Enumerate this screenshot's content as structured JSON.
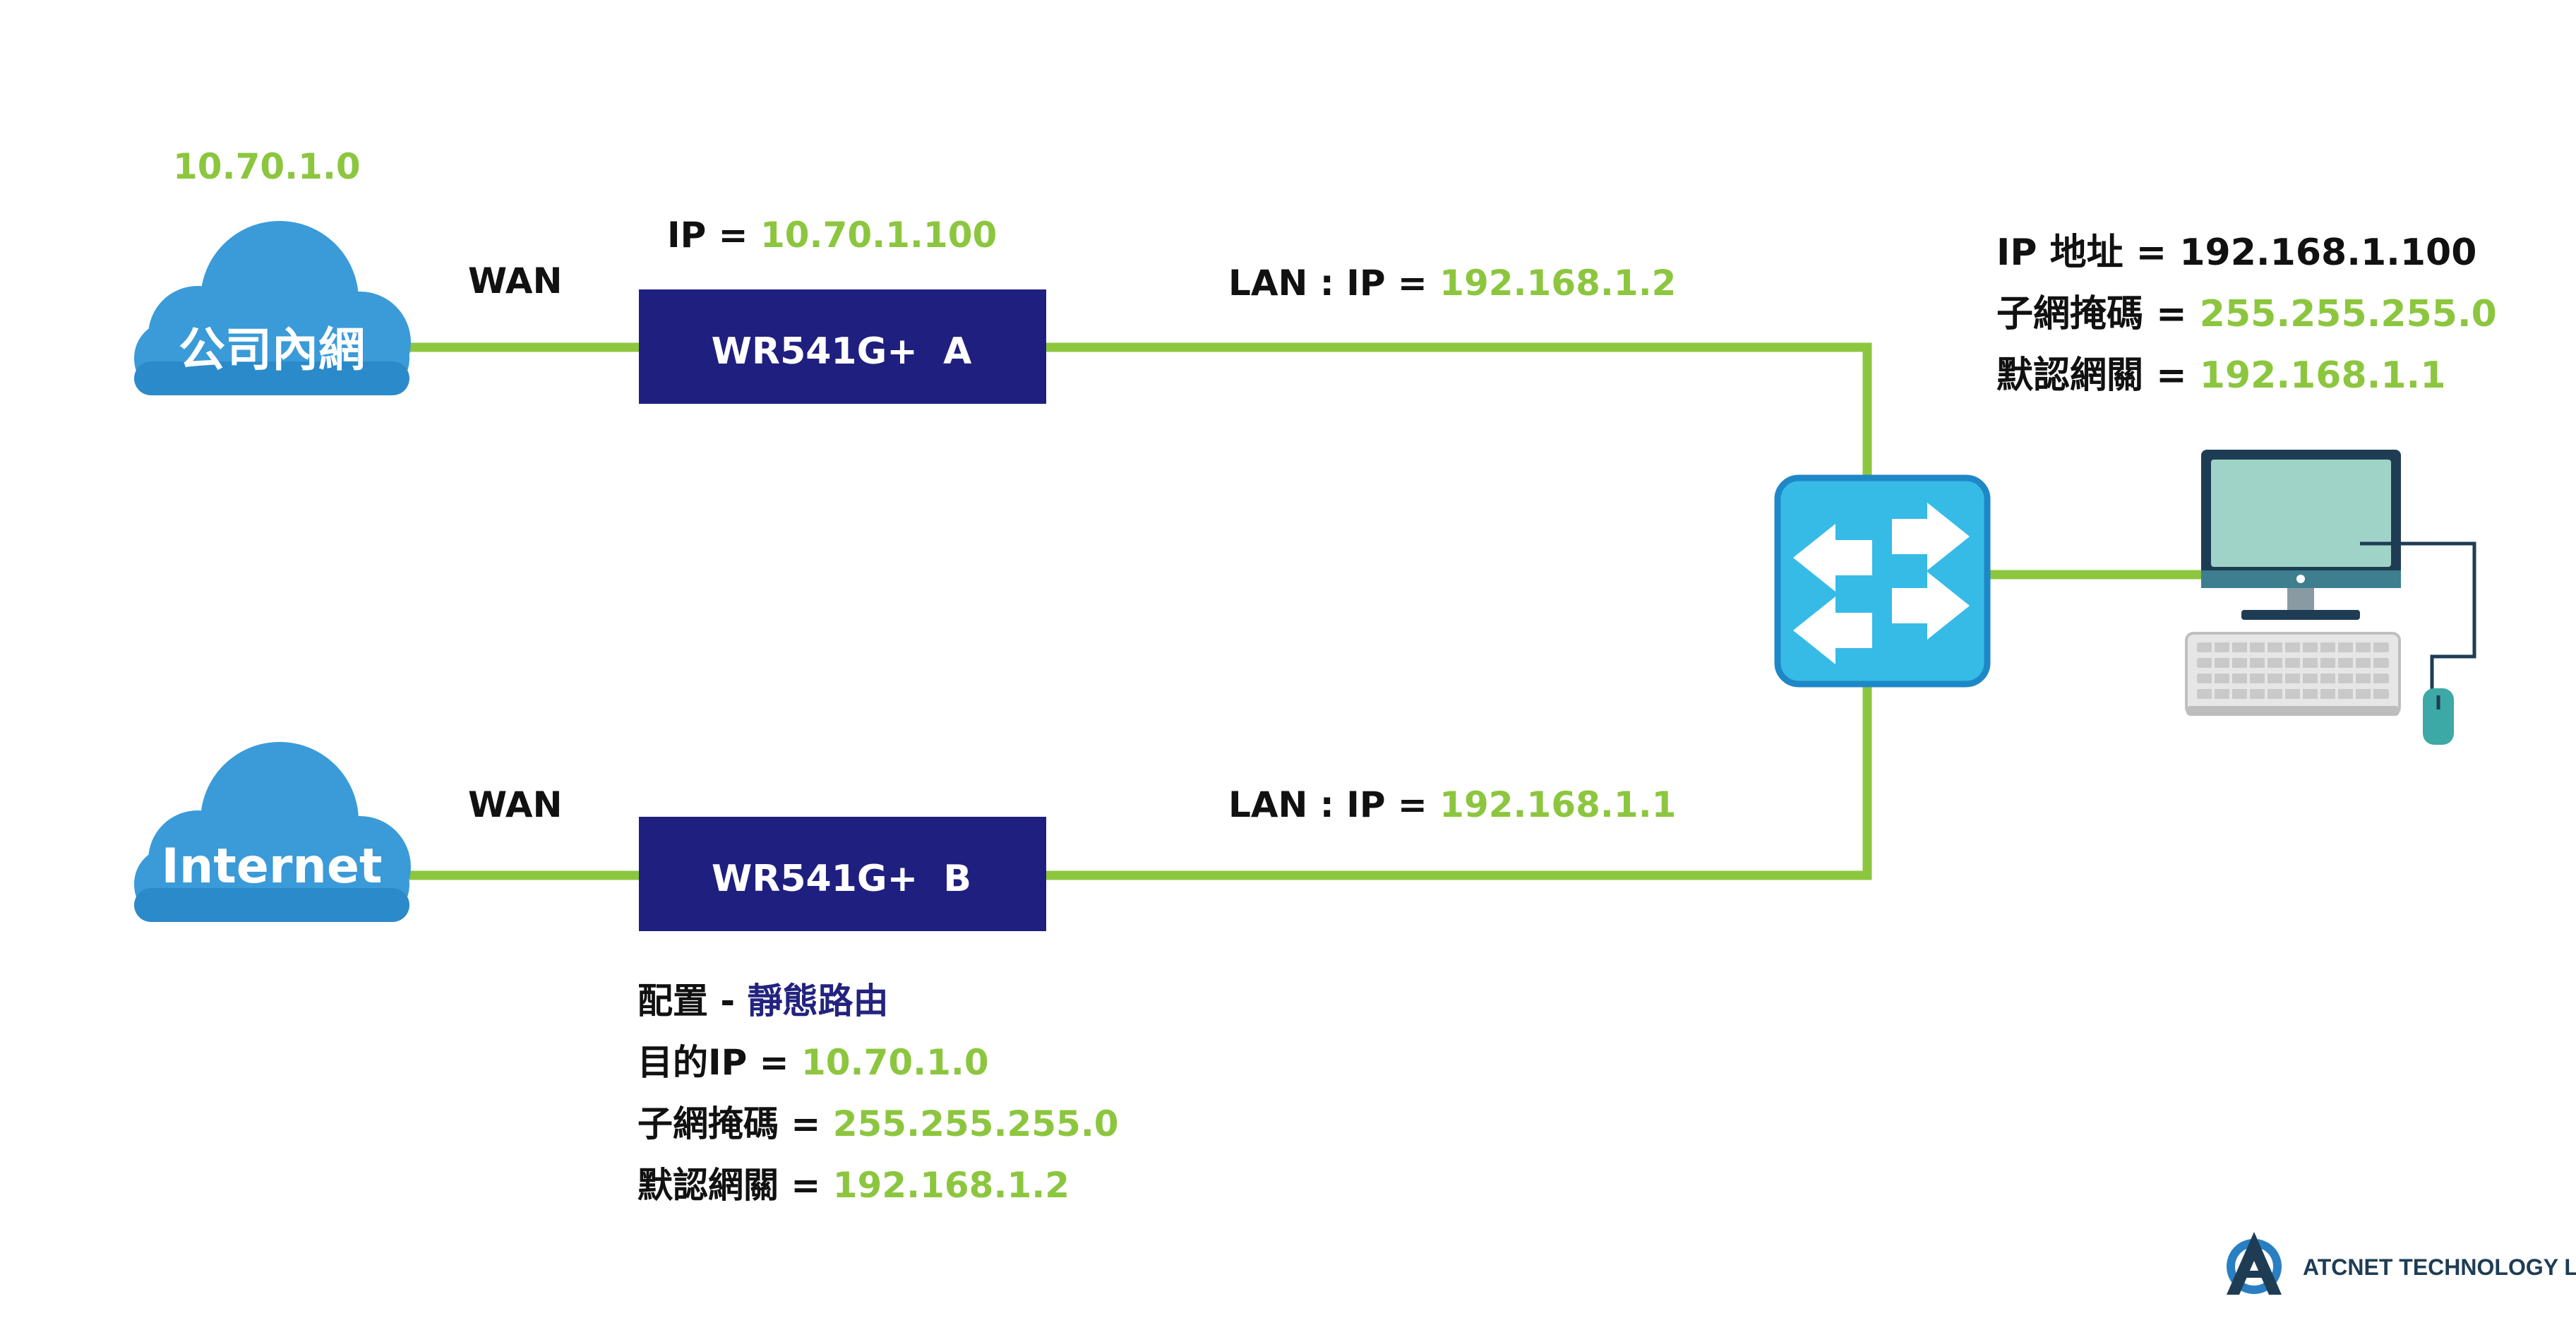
{
  "cloud_top": {
    "label": "公司內網",
    "network": "10.70.1.0"
  },
  "cloud_bottom": {
    "label": "Internet"
  },
  "router_a": {
    "name": "WR541G+  A",
    "wan_label": "WAN",
    "ip_prefix": "IP = ",
    "ip_value": "10.70.1.100",
    "lan_prefix": "LAN : IP = ",
    "lan_value": "192.168.1.2"
  },
  "router_b": {
    "name": "WR541G+  B",
    "wan_label": "WAN",
    "lan_prefix": "LAN : IP = ",
    "lan_value": "192.168.1.1"
  },
  "pc_config": {
    "ip_prefix": "IP 地址 = ",
    "ip_value": "192.168.1.100",
    "mask_prefix": "子網掩碼 = ",
    "mask_value": "255.255.255.0",
    "gateway_prefix": "默認網關 = ",
    "gateway_value": "192.168.1.1"
  },
  "static_route": {
    "heading_prefix": "配置 - ",
    "heading_value": "靜態路由",
    "dest_prefix": "目的IP = ",
    "dest_value": "10.70.1.0",
    "mask_prefix": "子網掩碼 = ",
    "mask_value": "255.255.255.0",
    "gateway_prefix": "默認網關 = ",
    "gateway_value": "192.168.1.2"
  },
  "brand": {
    "name": "ATCNET TECHNOLOGY LIMITED"
  },
  "colors": {
    "link_green": "#8cc63f",
    "router_navy": "#1f1f7f",
    "cloud_blue": "#3a9bd8",
    "switch_blue": "#36bbe7",
    "text_black": "#111111"
  },
  "icons": {
    "cloud": "cloud-icon",
    "router": "router-box",
    "switch": "switch-icon",
    "pc": "desktop-computer-icon",
    "logo": "atcnet-logo"
  }
}
